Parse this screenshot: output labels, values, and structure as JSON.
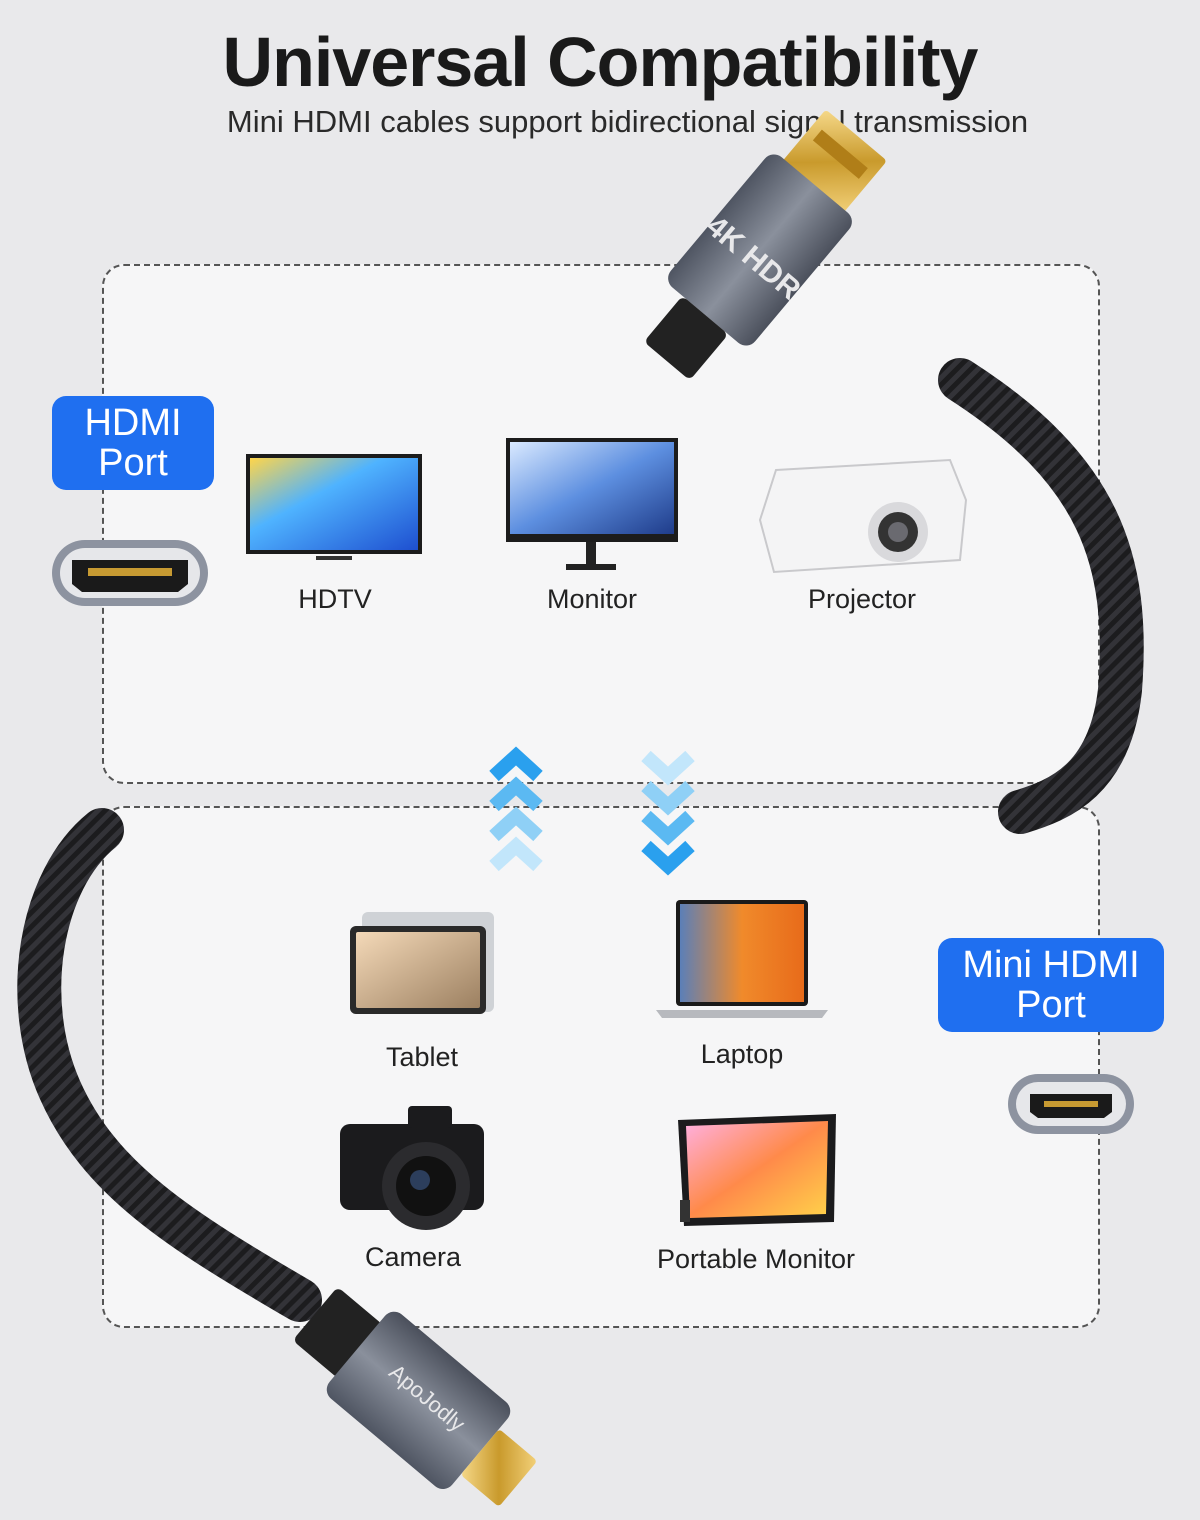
{
  "header": {
    "title": "Universal Compatibility",
    "subtitle": "Mini HDMI cables support bidirectional signal transmission"
  },
  "ports": {
    "hdmi_label": "HDMI\nPort",
    "mini_hdmi_label": "Mini HDMI\nPort"
  },
  "devices_top": {
    "hdtv": "HDTV",
    "monitor": "Monitor",
    "projector": "Projector"
  },
  "devices_bottom": {
    "tablet": "Tablet",
    "laptop": "Laptop",
    "camera": "Camera",
    "portable_monitor": "Portable Monitor"
  },
  "cable": {
    "connector_text": "4K HDR",
    "brand": "ApoJodly"
  },
  "colors": {
    "accent": "#1f6ff0",
    "arrow": "#2aa0ee",
    "cable": "#1c1c1e",
    "connector": "#6f7684",
    "gold": "#d8a93a"
  }
}
